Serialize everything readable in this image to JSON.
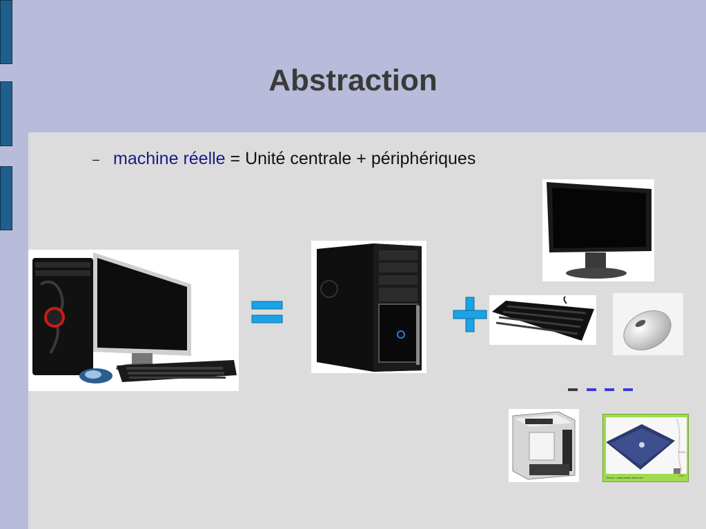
{
  "slide": {
    "title": "Abstraction",
    "bullet": {
      "marker": "–",
      "highlight": "machine réelle",
      "rest": " = Unité centrale + périphériques"
    }
  },
  "colors": {
    "background": "#b8bcda",
    "content_panel": "#dcdcdc",
    "sidebar_block": "#1f5f8c",
    "highlight_text": "#1a1a8a",
    "operator_cyan": "#1aa3e6",
    "dashes": "#3b3bd6"
  },
  "illustrations": [
    "desktop-pc-with-monitor-image",
    "equals-sign-icon",
    "tower-case-image",
    "plus-sign-icon",
    "monitor-image",
    "keyboard-image",
    "mouse-image",
    "ellipsis-dashes",
    "printer-image",
    "modem-image"
  ],
  "modem_caption": "Source : www.bidule-tech.com",
  "modem_port_labels": [
    "RJ11",
    "USB"
  ]
}
